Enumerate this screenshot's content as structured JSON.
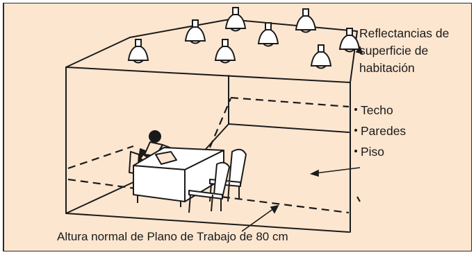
{
  "colors": {
    "panel_background": "#fde6d0",
    "line": "#1a1a1a",
    "fixture_fill": "#ffffff"
  },
  "labels": {
    "reflectance_title_lines": [
      "Reflectancias de",
      "superficie de",
      "habitación"
    ],
    "surfaces": [
      "Techo",
      "Paredes",
      "Piso"
    ],
    "work_plane_caption": "Altura normal de Plano de Trabajo de 80 cm"
  },
  "icons": {
    "fixture": "pendant-lamp-icon",
    "person": "seated-person-icon",
    "table": "desk-icon",
    "chair": "chair-icon",
    "bullet": "bullet-dot-icon"
  }
}
